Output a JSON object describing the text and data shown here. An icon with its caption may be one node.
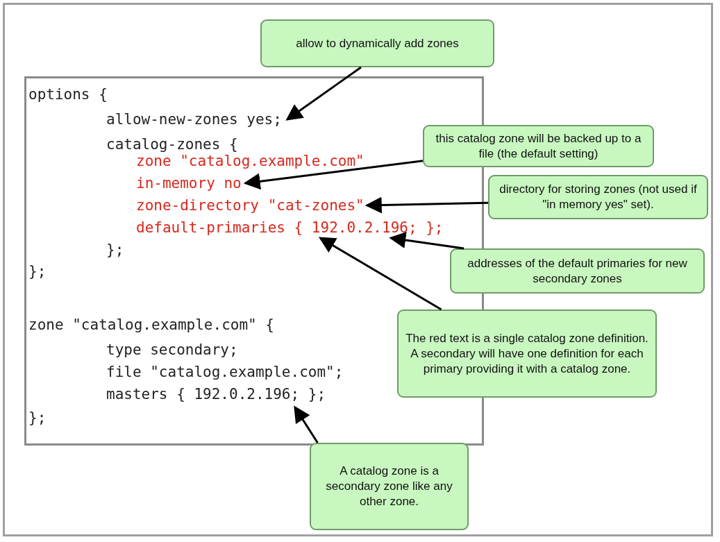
{
  "diagram": {
    "nodes": [
      {
        "text": [],
        "shape": "box"
      },
      {
        "text": [
          "allow-new-zones yes;"
        ],
        "in": 0
      },
      {
        "text": [
          "in-memory no"
        ],
        "in": 0
      },
      {
        "text": [
          "zone-directory \"cat-zones\""
        ],
        "in": 0
      },
      {
        "text": [
          "default-primaries { 192.0.2.196; };"
        ],
        "in": 0
      },
      {
        "text": [
          "masters { 192.0.2.196; };"
        ],
        "in": 0
      },
      {
        "text": [
          "allow to dynamically add zones"
        ]
      },
      {
        "text": [
          "this catalog zone will be backed up to a file (the default setting)"
        ]
      },
      {
        "text": [
          "directory for storing zones (not used if \"in memory yes\" set)."
        ]
      },
      {
        "text": [
          "addresses of the default primaries for new secondary zones"
        ]
      },
      {
        "text": [
          "The red text is a single catalog zone definition. A secondary will have one definition for each primary providing it with a catalog zone."
        ]
      },
      {
        "text": [
          "A catalog zone is a secondary zone like any other zone."
        ]
      }
    ],
    "edges": [
      {
        "from": 6,
        "to": 1,
        "arrow": "to"
      },
      {
        "from": 7,
        "to": 2,
        "arrow": "to"
      },
      {
        "from": 8,
        "to": 3,
        "arrow": "to"
      },
      {
        "from": 9,
        "to": 4,
        "arrow": "to"
      },
      {
        "from": 10,
        "to": 4,
        "arrow": "to"
      },
      {
        "from": 11,
        "to": 5,
        "arrow": "to"
      }
    ],
    "labels": [
      "options {",
      "catalog-zones {",
      "zone \"catalog.example.com\"",
      "};",
      "};",
      "zone \"catalog.example.com\" {",
      "type secondary;",
      "file \"catalog.example.com\";",
      "};"
    ]
  }
}
